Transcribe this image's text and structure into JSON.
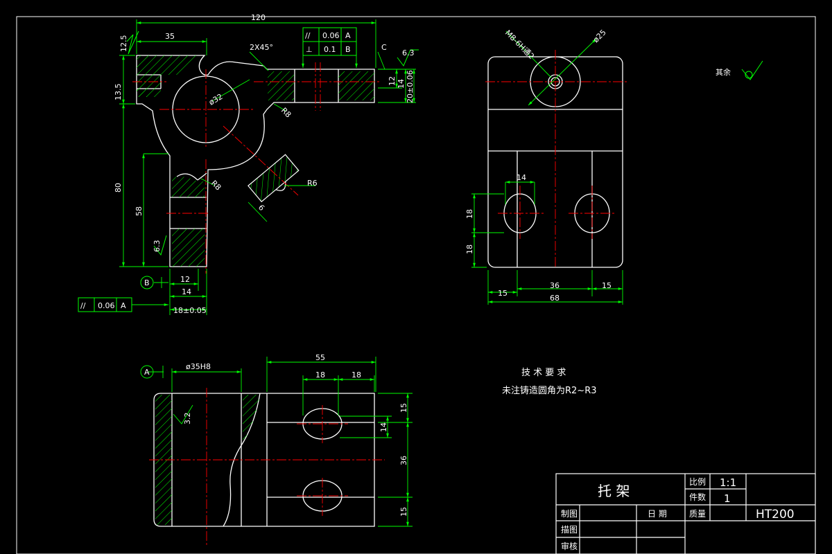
{
  "colors": {
    "background": "#000000",
    "outline": "#ffffff",
    "dimension": "#00ff00",
    "centerline": "#ff0000",
    "hatch": "#00ff00"
  },
  "top_view": {
    "dim_120": "120",
    "dim_35": "35",
    "chamfer": "2X45°",
    "c_label": "C",
    "roughness_12_5": "12.5",
    "roughness_6_3_a": "6.3",
    "roughness_6_3_b": "6.3",
    "dim_13_5": "13.5",
    "dim_80": "80",
    "dim_58": "58",
    "dim_12_right": "12",
    "dim_14_right": "14",
    "dim_20": "20±0.06",
    "dia_32": "ø32",
    "r8_a": "R8",
    "r8_b": "R8",
    "r6": "R6",
    "dim_6": "6",
    "dim_12_bottom": "12",
    "dim_14_bottom": "14",
    "dim_18": "18±0.05",
    "datum_b": "B",
    "fcf1_sym": "//",
    "fcf1_val": "0.06",
    "fcf1_ref": "A",
    "fcf2_sym": "⊥",
    "fcf2_val": "0.1",
    "fcf2_ref": "B",
    "fcf3_sym": "//",
    "fcf3_val": "0.06",
    "fcf3_ref": "A"
  },
  "right_view": {
    "thread": "M8-6H通2",
    "dia_25": "ø25",
    "dim_14": "14",
    "dim_18_a": "18",
    "dim_18_b": "18",
    "dim_15_a": "15",
    "dim_36": "36",
    "dim_15_b": "15",
    "dim_68": "68"
  },
  "front_view": {
    "datum_a": "A",
    "dia_35": "ø35H8",
    "dim_55": "55",
    "dim_18_a": "18",
    "dim_18_b": "18",
    "roughness_3_2": "3.2",
    "dim_15_top": "15",
    "dim_14": "14",
    "dim_36": "36",
    "dim_15_bottom": "15"
  },
  "roughness_note": "其余",
  "tech_req": {
    "title": "技 术 要 求",
    "line1": "未注铸造圆角为R2~R3"
  },
  "title_block": {
    "part_name": "托 架",
    "scale_label": "比例",
    "scale_value": "1:1",
    "qty_label": "件数",
    "qty_value": "1",
    "drawn_label": "制图",
    "date_label": "日 期",
    "mass_label": "质量",
    "material": "HT200",
    "traced_label": "描图",
    "checked_label": "审核"
  }
}
